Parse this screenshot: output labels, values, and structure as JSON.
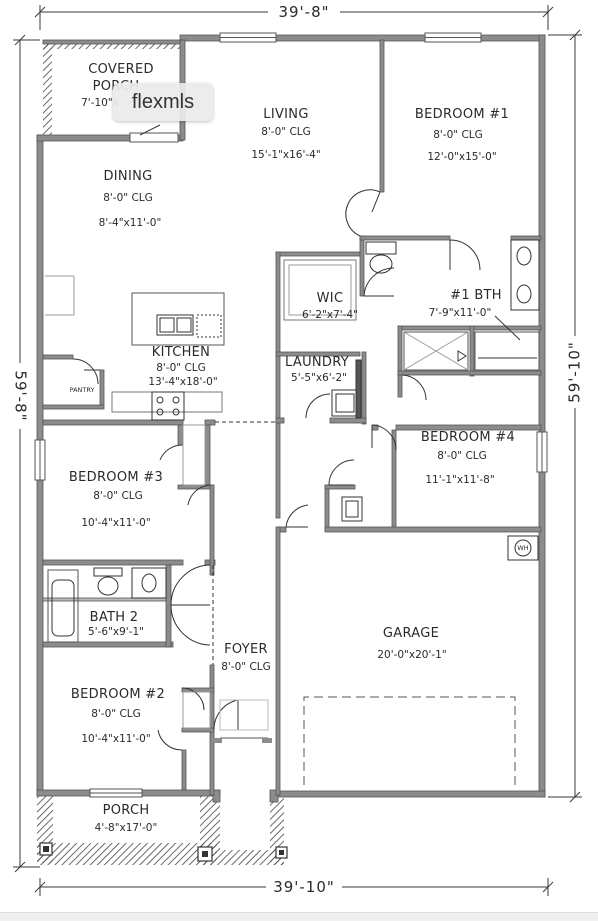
{
  "dimensions": {
    "top": "39'-8\"",
    "bottom": "39'-10\"",
    "left": "59'-8\"",
    "right": "59'-10\""
  },
  "rooms": {
    "covered_porch": {
      "name_line1": "COVERED",
      "name_line2": "PORCH",
      "size": "7'-10\"x"
    },
    "living": {
      "name": "LIVING",
      "clg": "8'-0\" CLG",
      "size": "15'-1\"x16'-4\""
    },
    "bedroom1": {
      "name": "BEDROOM #1",
      "clg": "8'-0\" CLG",
      "size": "12'-0\"x15'-0\""
    },
    "dining": {
      "name": "DINING",
      "clg": "8'-0\" CLG",
      "size": "8'-4\"x11'-0\""
    },
    "wic": {
      "name": "WIC",
      "size": "6'-2\"x7'-4\""
    },
    "bath1": {
      "name": "#1 BTH",
      "size": "7'-9\"x11'-0\""
    },
    "kitchen": {
      "name": "KITCHEN",
      "clg": "8'-0\" CLG",
      "size": "13'-4\"x18'-0\""
    },
    "pantry": {
      "name": "PANTRY"
    },
    "laundry": {
      "name": "LAUNDRY",
      "size": "5'-5\"x6'-2\""
    },
    "bedroom4": {
      "name": "BEDROOM #4",
      "clg": "8'-0\" CLG",
      "size": "11'-1\"x11'-8\""
    },
    "bedroom3": {
      "name": "BEDROOM #3",
      "clg": "8'-0\" CLG",
      "size": "10'-4\"x11'-0\""
    },
    "bath2": {
      "name": "BATH 2",
      "size": "5'-6\"x9'-1\""
    },
    "garage": {
      "name": "GARAGE",
      "size": "20'-0\"x20'-1\""
    },
    "foyer": {
      "name": "FOYER",
      "clg": "8'-0\" CLG"
    },
    "bedroom2": {
      "name": "BEDROOM #2",
      "clg": "8'-0\" CLG",
      "size": "10'-4\"x11'-0\""
    },
    "porch": {
      "name": "PORCH",
      "size": "4'-8\"x17'-0\""
    }
  },
  "equipment": {
    "water_heater": "WH"
  },
  "watermark": "flexmls",
  "colors": {
    "wall": "#8c8c8c",
    "wall_outline": "#555555",
    "line": "#3a3a3a",
    "hatch": "#444444"
  }
}
